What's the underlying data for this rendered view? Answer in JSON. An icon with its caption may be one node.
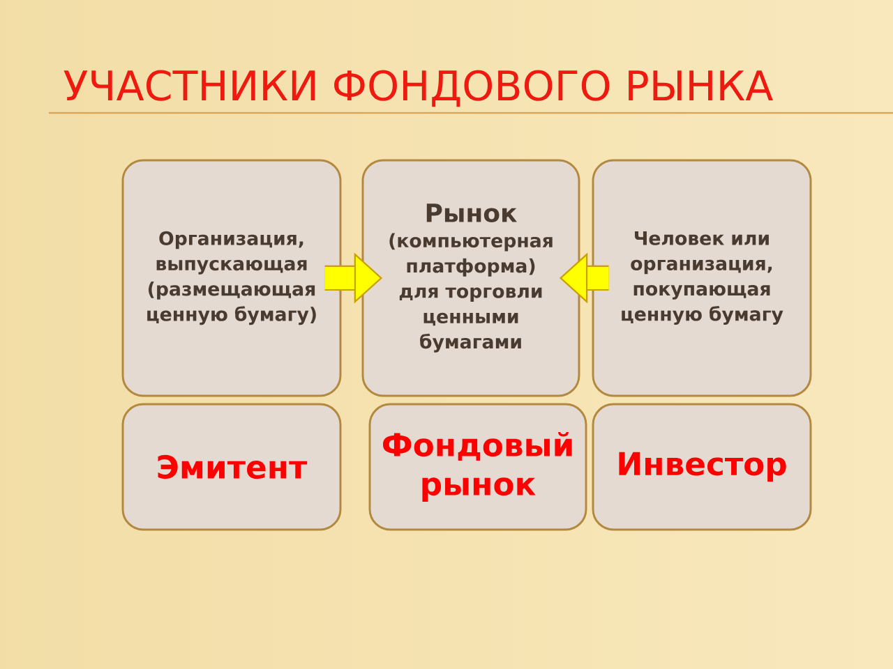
{
  "diagram": {
    "title": "УЧАСТНИКИ ФОНДОВОГО РЫНКА",
    "nodes": [
      {
        "text": [
          "Организация, выпускающая (размещающая ценную бумагу)"
        ]
      },
      {
        "text": [
          "Рынок",
          "(компьютерная платформа) для торговли ценными бумагами"
        ]
      },
      {
        "text": [
          "Человек или организация, покупающая ценную бумагу"
        ]
      },
      {
        "text": [
          "Эмитент"
        ]
      },
      {
        "text": [
          "Фондовый рынок"
        ]
      },
      {
        "text": [
          "Инвестор"
        ]
      }
    ],
    "edges": [
      {
        "from": 0,
        "to": 1,
        "arrow": "to"
      },
      {
        "from": 2,
        "to": 1,
        "arrow": "to"
      }
    ]
  }
}
